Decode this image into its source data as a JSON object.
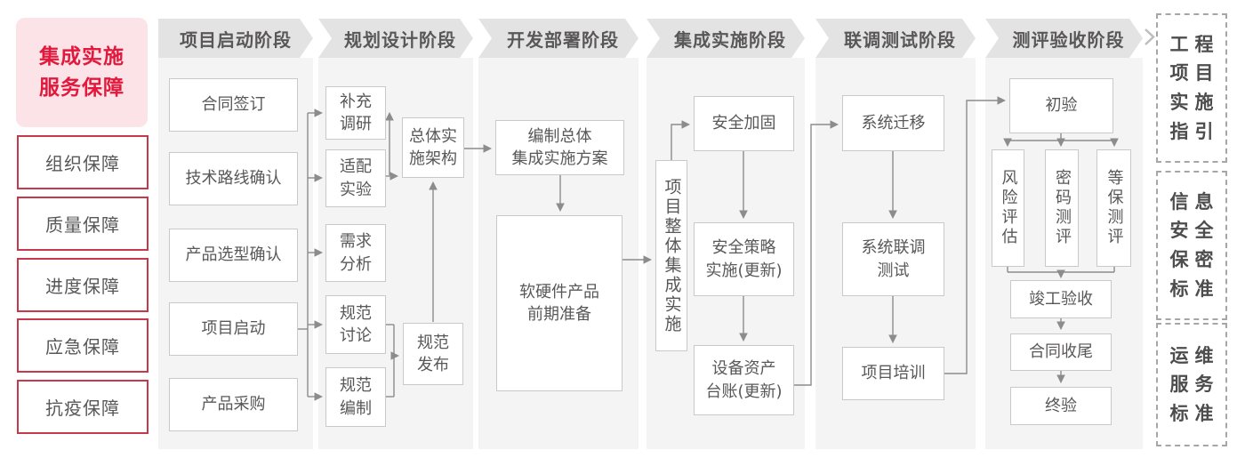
{
  "sidebar": {
    "title": "集成实施\n服务保障",
    "items": [
      "组织保障",
      "质量保障",
      "进度保障",
      "应急保障",
      "抗疫保障"
    ]
  },
  "phases": [
    {
      "header": "项目启动阶段",
      "boxes": [
        "合同签订",
        "技术路线确认",
        "产品选型确认",
        "项目启动",
        "产品采购"
      ]
    },
    {
      "header": "规划设计阶段",
      "boxes": [
        "补充\n调研",
        "适配\n实验",
        "需求\n分析",
        "规范\n讨论",
        "规范\n编制",
        "总体实\n施架构",
        "规范\n发布"
      ]
    },
    {
      "header": "开发部署阶段",
      "boxes": [
        "编制总体\n集成实施方案",
        "软硬件产品\n前期准备"
      ]
    },
    {
      "header": "集成实施阶段",
      "boxes": [
        "项目整体集成实施",
        "安全加固",
        "安全策略\n实施(更新)",
        "设备资产\n台账(更新)"
      ]
    },
    {
      "header": "联调测试阶段",
      "boxes": [
        "系统迁移",
        "系统联调\n测试",
        "项目培训"
      ]
    },
    {
      "header": "测评验收阶段",
      "boxes": [
        "初验",
        "风险评估",
        "密码测评",
        "等保测评",
        "竣工验收",
        "合同收尾",
        "终验"
      ]
    }
  ],
  "standards": [
    "工程\n项目\n实施\n指引",
    "信息\n安全\n保密\n标准",
    "运维\n服务\n标准"
  ],
  "colors": {
    "accent_red": "#e2183d",
    "red_box_border": "#c5394a",
    "pink_bg": "#fbe3e7",
    "header_gray": "#e3e3e3",
    "strip_gray": "#f4f4f5",
    "text_gray": "#595757",
    "connector_gray": "#8c8c8c"
  }
}
